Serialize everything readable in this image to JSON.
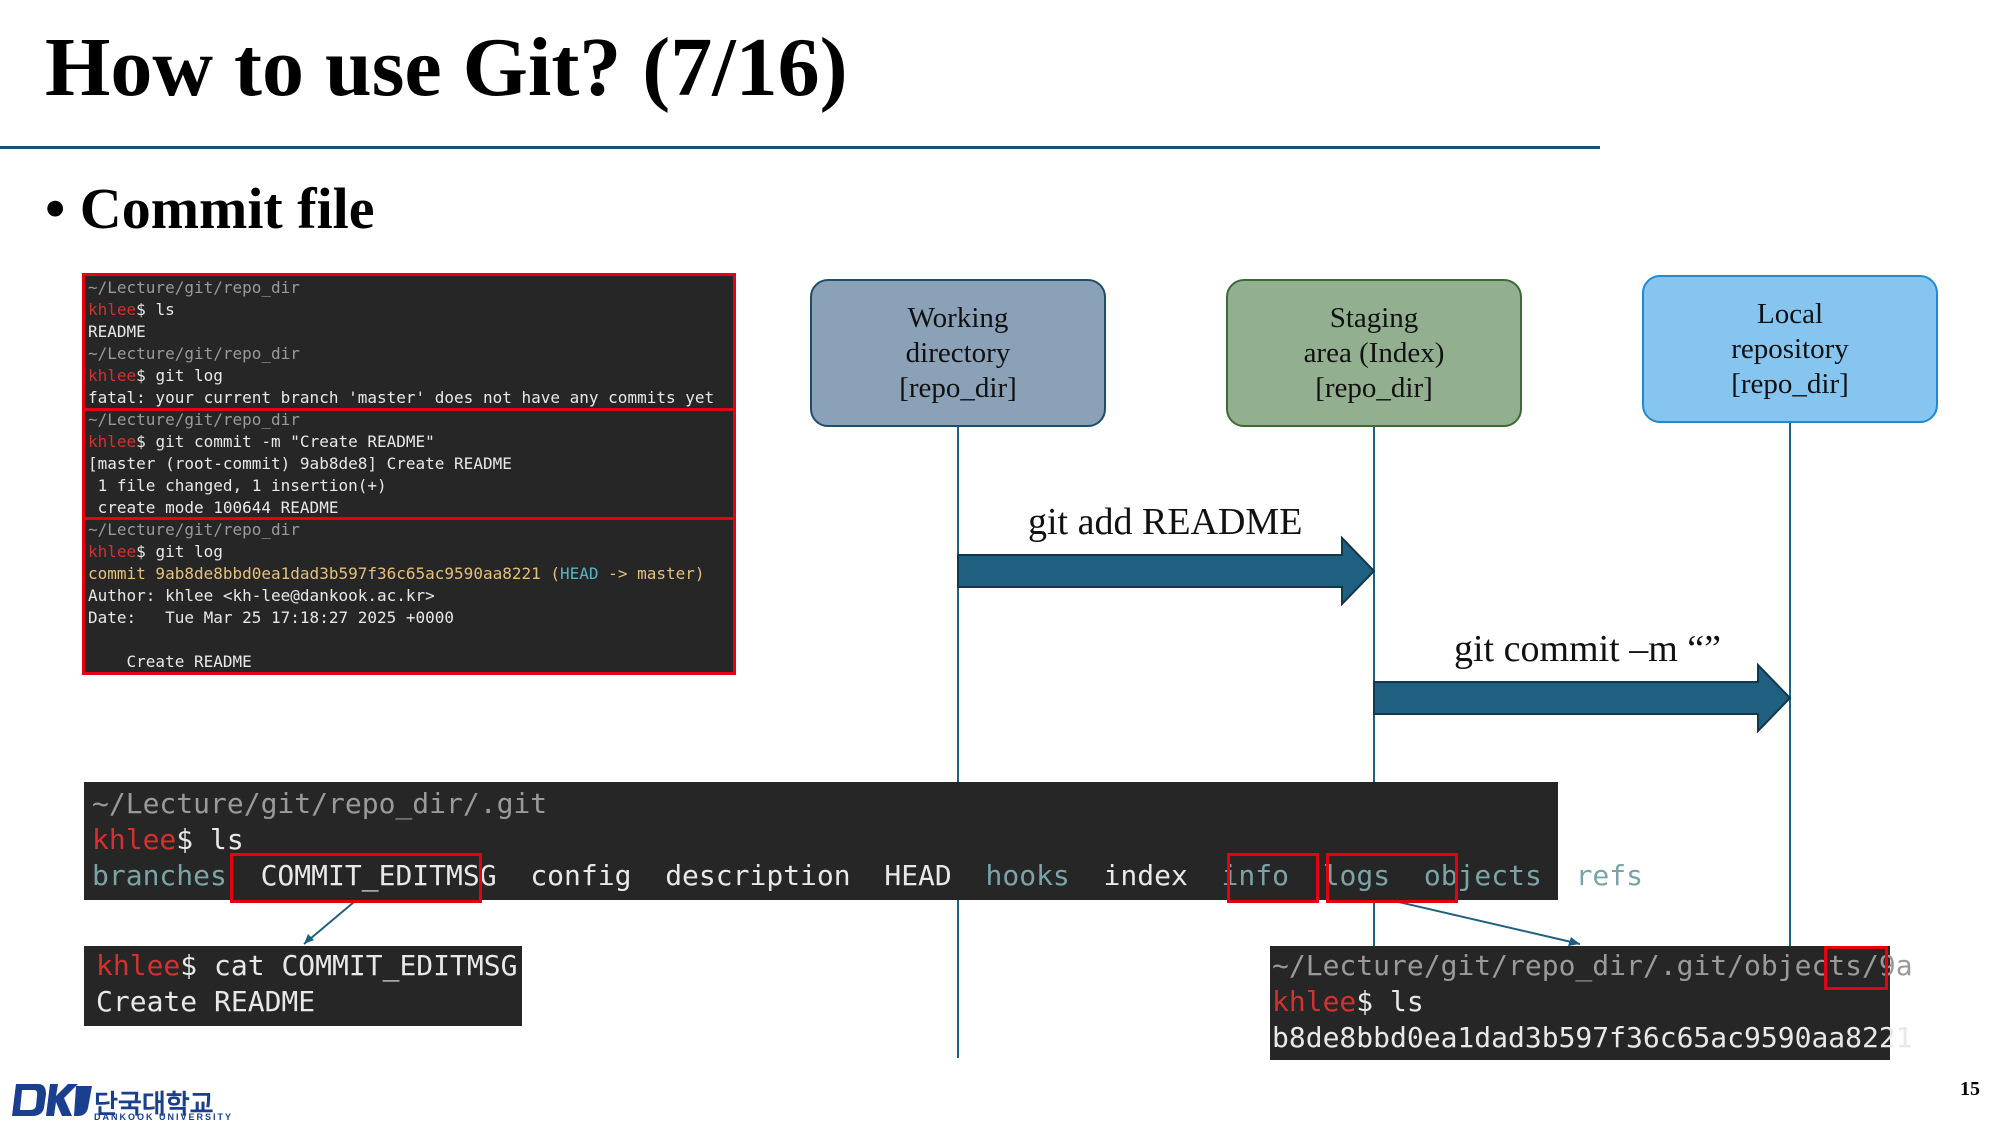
{
  "slide": {
    "title": "How to use Git? (7/16)",
    "bullet": "• Commit file",
    "page_number": "15"
  },
  "colors": {
    "title_rule": "#1f4e6b",
    "arrow_fill": "#1f5f80",
    "highlight_border": "#e60012",
    "terminal_bg": "#262626"
  },
  "terminal_top": {
    "lines": [
      {
        "path": "~/Lecture/git/repo_dir"
      },
      {
        "user": "khlee",
        "cmd": "$ ls"
      },
      {
        "text": "README"
      },
      {
        "path": "~/Lecture/git/repo_dir"
      },
      {
        "user": "khlee",
        "cmd": "$ git log"
      },
      {
        "text": "fatal: your current branch 'master' does not have any commits yet"
      },
      {
        "path": "~/Lecture/git/repo_dir"
      },
      {
        "user": "khlee",
        "cmd": "$ git commit -m \"Create README\""
      },
      {
        "text": "[master (root-commit) 9ab8de8] Create README"
      },
      {
        "text": " 1 file changed, 1 insertion(+)"
      },
      {
        "text": " create mode 100644 README"
      },
      {
        "path": "~/Lecture/git/repo_dir"
      },
      {
        "user": "khlee",
        "cmd": "$ git log"
      },
      {
        "commit": "commit 9ab8de8bbd0ea1dad3b597f36c65ac9590aa8221",
        "paren_open": " (",
        "head": "HEAD",
        "arrow": " -> ",
        "branch": "master",
        "paren_close": ")"
      },
      {
        "text": "Author: khlee <kh-lee@dankook.ac.kr>"
      },
      {
        "text": "Date:   Tue Mar 25 17:18:27 2025 +0000"
      },
      {
        "text": ""
      },
      {
        "text": "    Create README"
      }
    ]
  },
  "diagram": {
    "working": {
      "line1": "Working",
      "line2": "directory",
      "line3": "[repo_dir]"
    },
    "staging": {
      "line1": "Staging",
      "line2": "area (Index)",
      "line3": "[repo_dir]"
    },
    "local": {
      "line1": "Local",
      "line2": "repository",
      "line3": "[repo_dir]"
    },
    "arrow_add_label": "git add README",
    "arrow_commit_label": "git commit –m “”"
  },
  "terminal_git_dir": {
    "path": "~/Lecture/git/repo_dir/.git",
    "user": "khlee",
    "cmd": "$ ls",
    "entries": [
      "branches",
      "COMMIT_EDITMSG",
      "config",
      "description",
      "HEAD",
      "hooks",
      "index",
      "info",
      "logs",
      "objects",
      "refs"
    ]
  },
  "terminal_editmsg": {
    "user": "khlee",
    "cmd": "$ cat COMMIT_EDITMSG",
    "output": "Create README"
  },
  "terminal_objects": {
    "path": "~/Lecture/git/repo_dir/.git/objects/",
    "dir": "9a",
    "user": "khlee",
    "cmd": "$ ls",
    "output": "b8de8bbd0ea1dad3b597f36c65ac9590aa8221"
  },
  "logo": {
    "korean": "단국대학교",
    "english": "DANKOOK UNIVERSITY"
  }
}
